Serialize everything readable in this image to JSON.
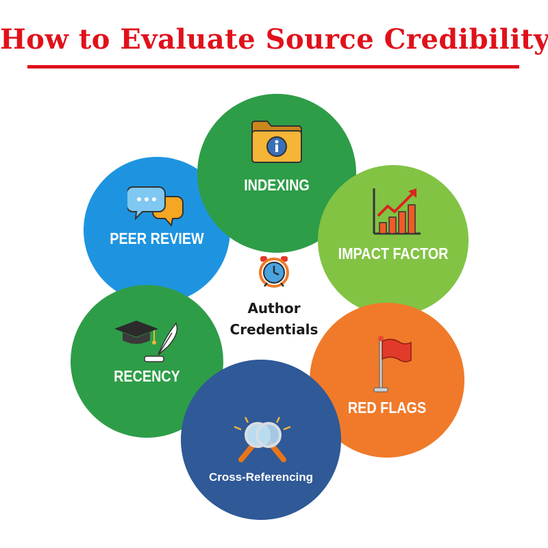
{
  "title": "How to Evaluate Source Credibility",
  "colors": {
    "title_red": "#e0111b",
    "green_dark": "#2e9d48",
    "blue_light": "#1e94e0",
    "green_light": "#82c344",
    "orange": "#f07a2a",
    "navy": "#2f5997"
  },
  "nodes": [
    {
      "label": "INDEXING",
      "icon": "folder-info-icon"
    },
    {
      "label": "IMPACT FACTOR",
      "icon": "bar-chart-growth-icon"
    },
    {
      "label": "RED FLAGS",
      "icon": "red-flag-icon"
    },
    {
      "label": "Cross-Referencing",
      "icon": "magnifying-glasses-icon"
    },
    {
      "label": "RECENCY",
      "icon": "graduation-cap-quill-icon"
    },
    {
      "label": "PEER REVIEW",
      "icon": "speech-bubbles-icon"
    }
  ],
  "center": {
    "line1": "Author",
    "line2": "Credentials",
    "icon": "alarm-clock-icon"
  }
}
